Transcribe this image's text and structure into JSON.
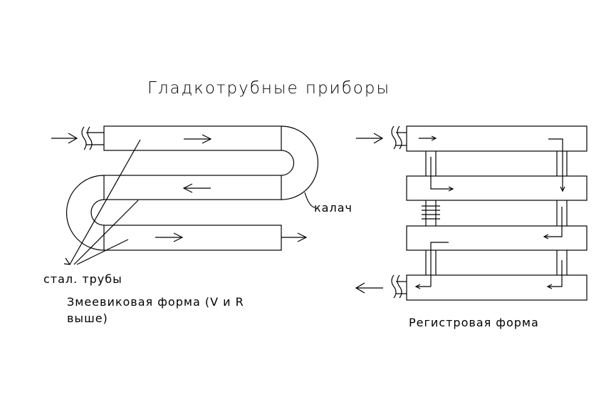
{
  "title": "Гладкотрубные приборы",
  "serpentine": {
    "kalach_label": "калач",
    "pipes_label": "стал. трубы",
    "caption_line1": "Змеевиковая форма (V и R",
    "caption_line2": "выше)"
  },
  "register": {
    "caption": "Регистровая форма"
  },
  "colors": {
    "line": "#000000",
    "background": "#ffffff"
  }
}
